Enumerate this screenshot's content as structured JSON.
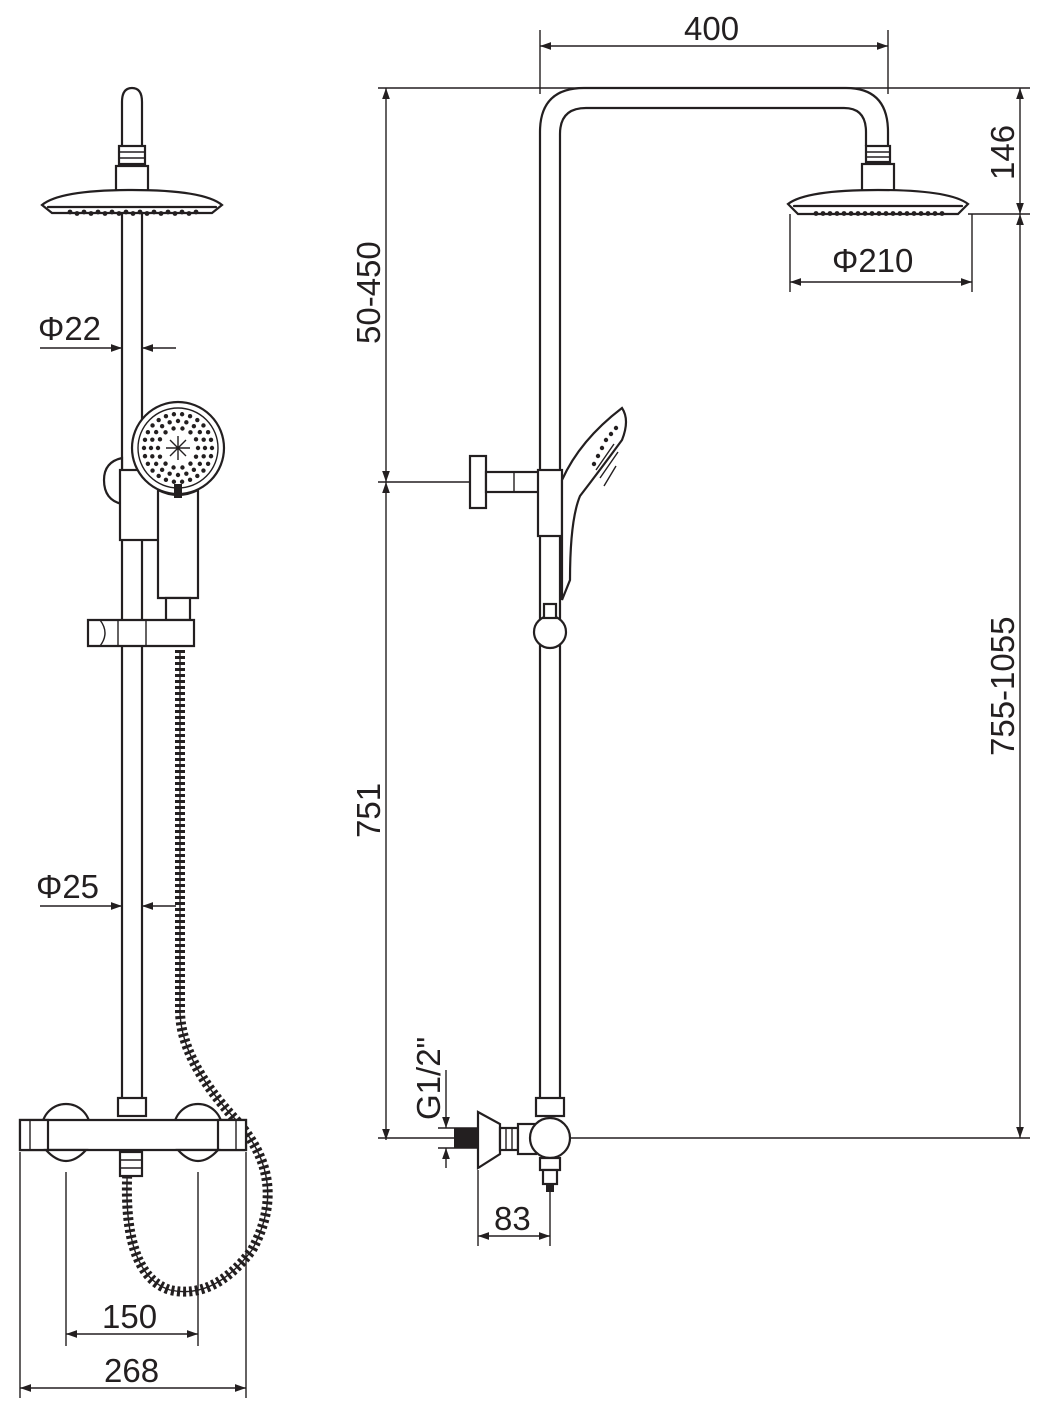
{
  "dimensions": {
    "top_width": "400",
    "head_height": "146",
    "head_diameter": "Φ210",
    "slide_range": "50-450",
    "lower_height": "751",
    "total_height": "755-1055",
    "upper_pipe_diameter": "Φ22",
    "lower_pipe_diameter": "Φ25",
    "inlet_thread": "G1/2\"",
    "inlet_offset": "83",
    "eccentric_spacing": "150",
    "mixer_width": "268"
  },
  "colors": {
    "line": "#231f20",
    "background": "#ffffff"
  }
}
